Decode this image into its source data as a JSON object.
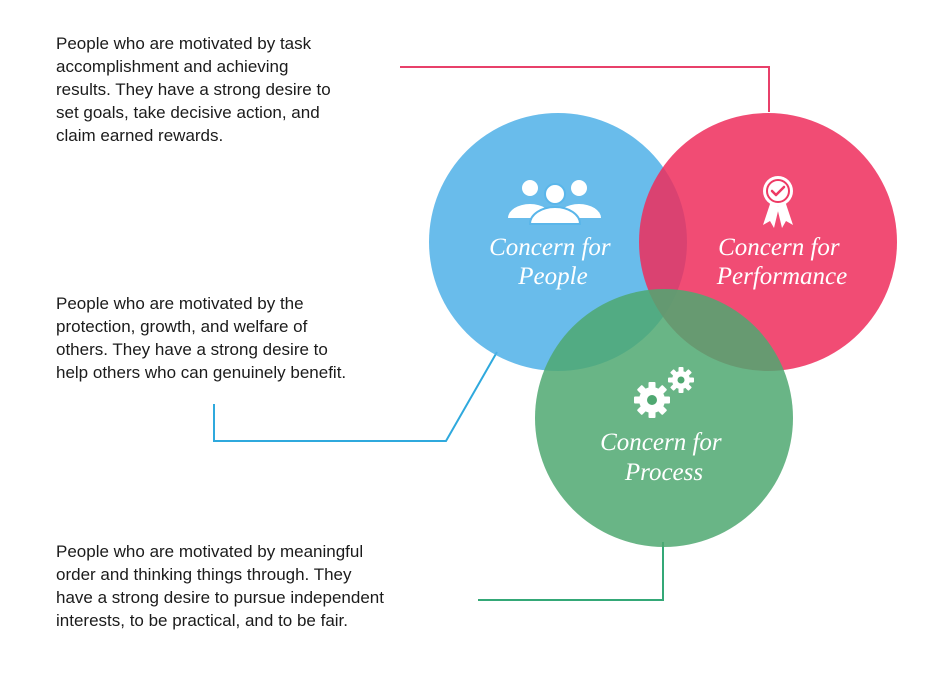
{
  "descriptions": {
    "performance": {
      "lines": [
        "People who are motivated by task",
        "accomplishment and achieving",
        "results. They have a strong desire to",
        "set goals, take decisive action, and",
        "claim earned rewards."
      ]
    },
    "people": {
      "lines": [
        "People who are motivated by the",
        "protection, growth, and welfare of",
        "others. They have a strong desire to",
        "help others who can genuinely benefit."
      ]
    },
    "process": {
      "lines": [
        "People who are motivated by meaningful",
        "order and thinking things through. They",
        "have a strong desire to pursue independent",
        "interests, to be practical, and to be fair."
      ]
    }
  },
  "circles": {
    "people": {
      "label_line1": "Concern for",
      "label_line2": "People",
      "color": "#4fb0e8",
      "icon": "people-group-icon"
    },
    "performance": {
      "label_line1": "Concern for",
      "label_line2": "Performance",
      "color": "#ee2d5c",
      "icon": "award-ribbon-icon"
    },
    "process": {
      "label_line1": "Concern for",
      "label_line2": "Process",
      "color": "#4fa871",
      "icon": "gears-icon"
    }
  },
  "connector_colors": {
    "performance": "#e8406a",
    "people": "#2fa9dd",
    "process": "#34a877"
  }
}
